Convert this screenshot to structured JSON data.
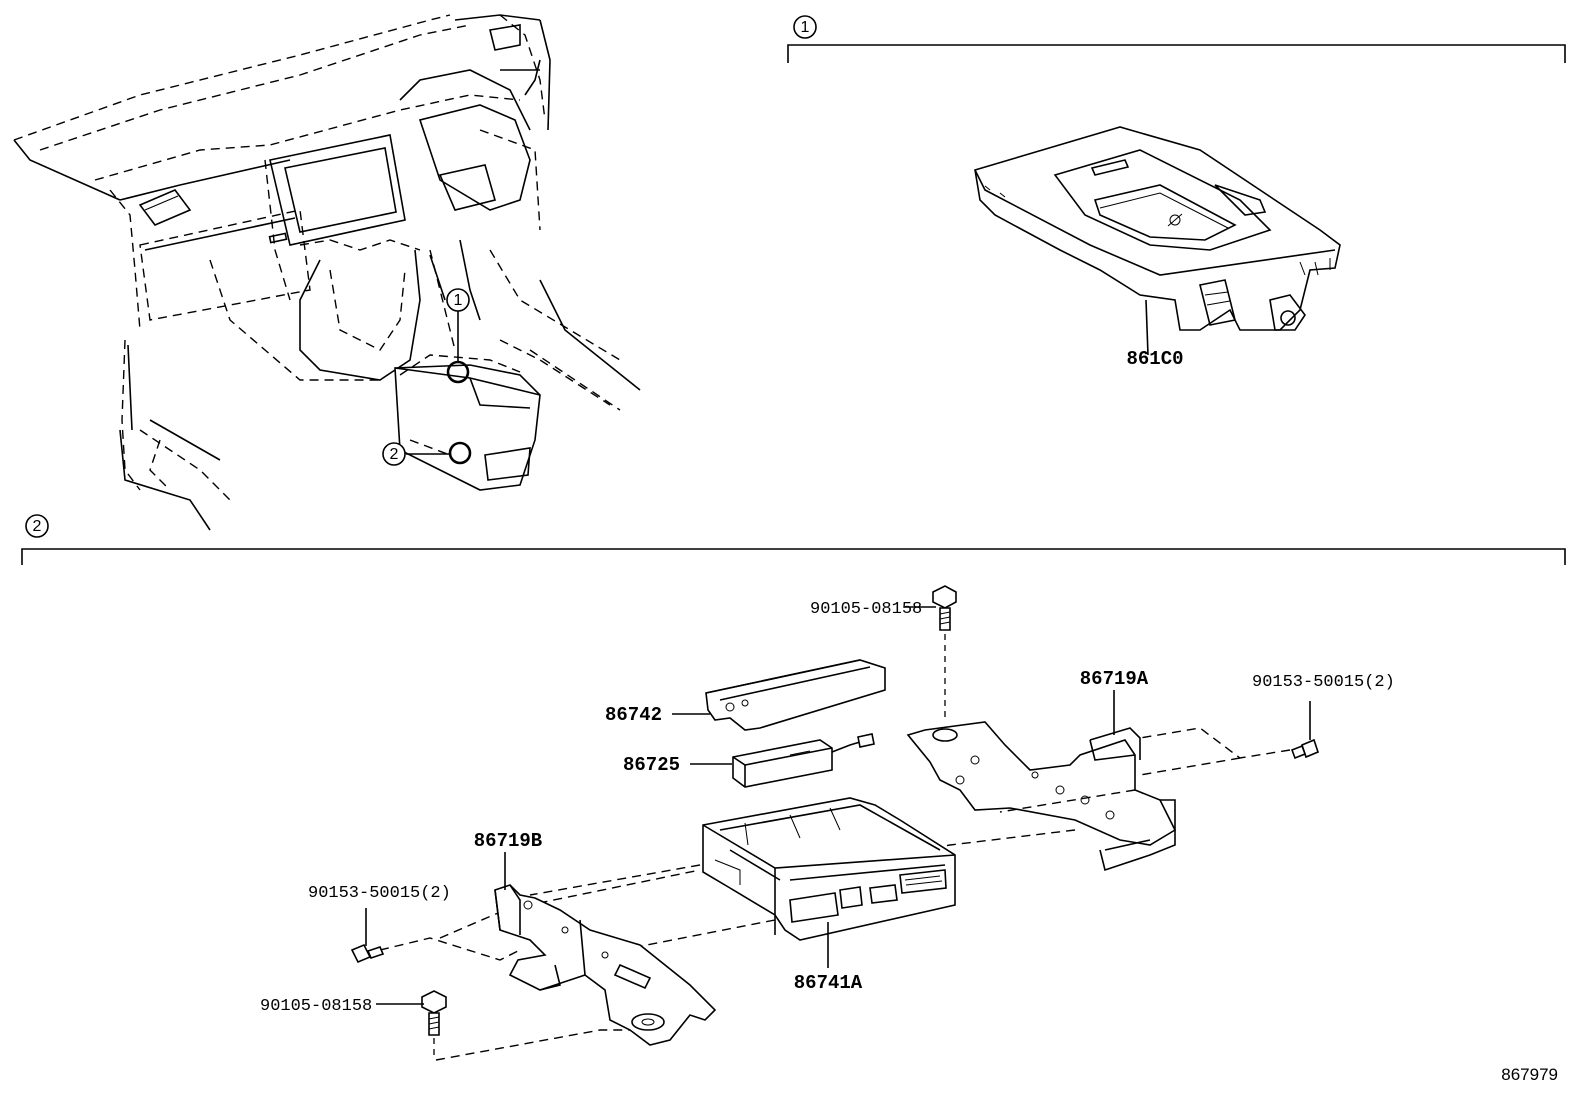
{
  "callouts": {
    "one": "1",
    "two": "2"
  },
  "section1": {
    "marker": "1",
    "parts": {
      "wireless_charger": "861C0"
    }
  },
  "section2": {
    "marker": "2",
    "parts": {
      "bolt_top": "90105-08158",
      "cover": "86742",
      "module": "86725",
      "bracket_a": "86719A",
      "bolt_right": "90153-50015(2)",
      "bracket_b": "86719B",
      "bolt_left": "90153-50015(2)",
      "bolt_bottom": "90105-08158",
      "tuner": "86741A"
    }
  },
  "figure_number": "867979"
}
